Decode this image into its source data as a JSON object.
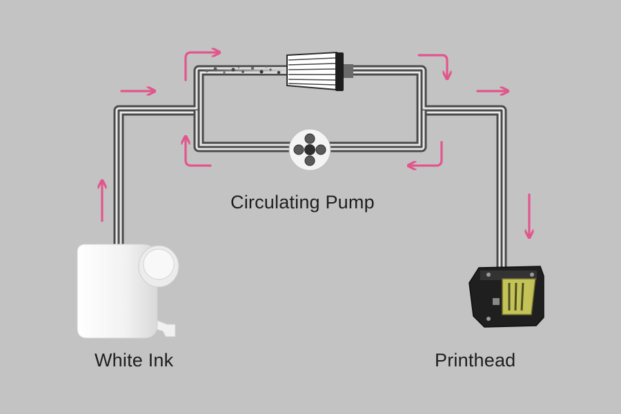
{
  "labels": {
    "pump": "Circulating Pump",
    "ink": "White Ink",
    "head": "Printhead"
  },
  "colors": {
    "background": "#c3c3c3",
    "tube_outline": "#4a4a4a",
    "tube_fill": "#e8e8e8",
    "flow_arrow": "#e2558c"
  },
  "components": {
    "ink_tank": "white-ink-bottle-icon",
    "filter": "ink-filter-icon",
    "pump": "circulating-pump-icon",
    "printhead": "printhead-icon"
  }
}
